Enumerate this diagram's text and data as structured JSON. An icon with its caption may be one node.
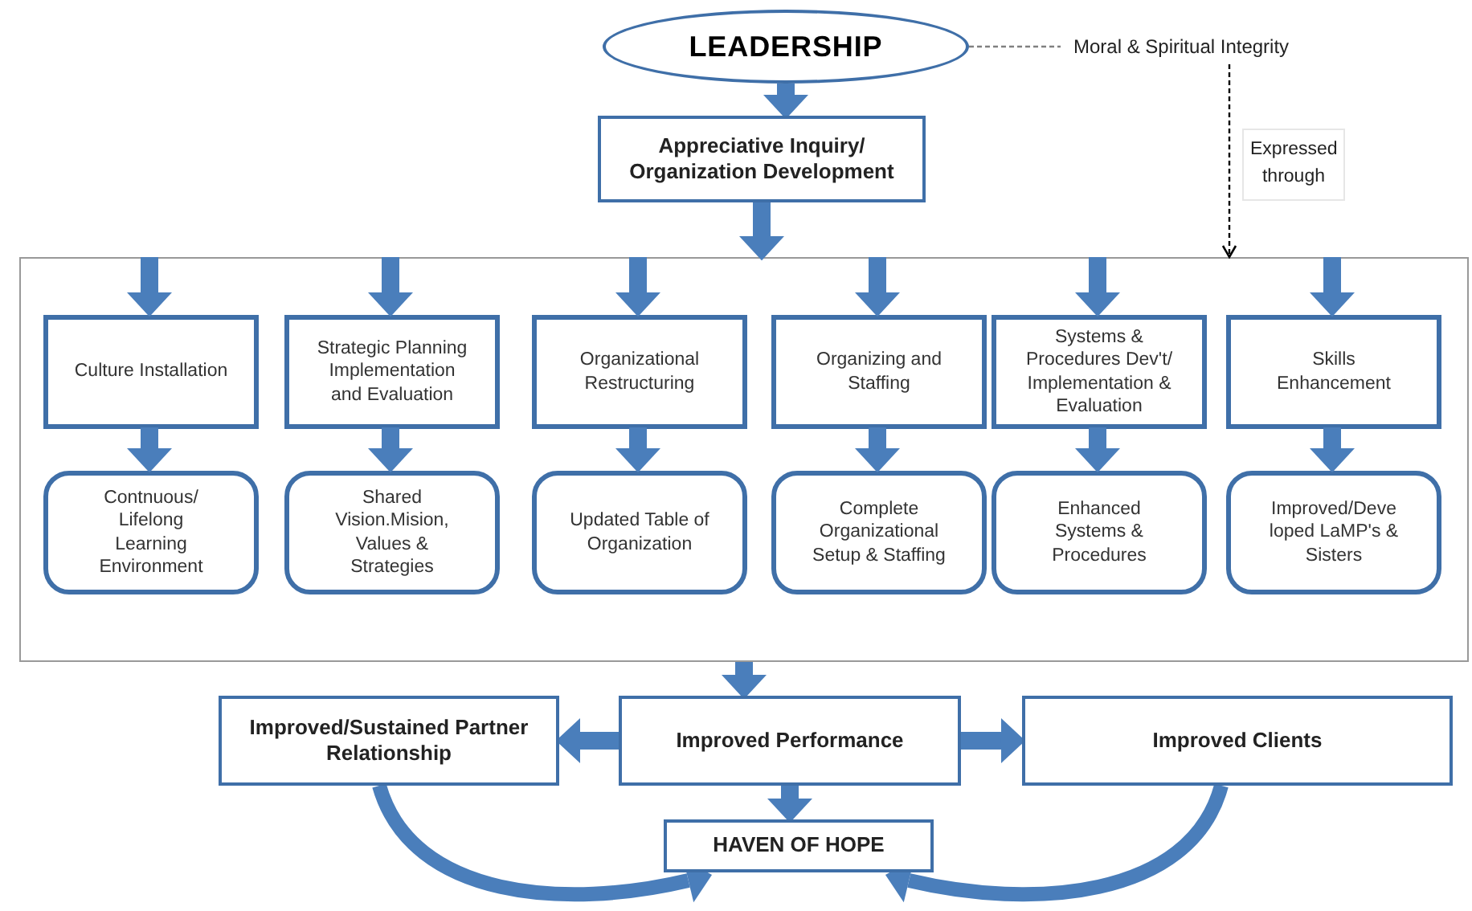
{
  "diagram": {
    "nodes": [
      {
        "text": [
          "LEADERSHIP"
        ]
      },
      {
        "text": [
          "Moral & Spiritual Integrity"
        ]
      },
      {
        "text": [
          "Appreciative Inquiry/ Organization Development"
        ]
      },
      {
        "text": [],
        "shape": "box"
      },
      {
        "text": [
          "Culture Installation"
        ],
        "in": 3
      },
      {
        "text": [
          "Strategic Planning Implementation and Evaluation"
        ],
        "in": 3
      },
      {
        "text": [
          "Organizational Restructuring"
        ],
        "in": 3
      },
      {
        "text": [
          "Organizing and Staffing"
        ],
        "in": 3
      },
      {
        "text": [
          "Systems & Procedures Dev't/ Implementation & Evaluation"
        ],
        "in": 3
      },
      {
        "text": [
          "Skills Enhancement"
        ],
        "in": 3
      },
      {
        "text": [
          "Contnuous/ Lifelong Learning Environment"
        ],
        "in": 3
      },
      {
        "text": [
          "Shared Vision.Mision, Values & Strategies"
        ],
        "in": 3
      },
      {
        "text": [
          "Updated Table of Organization"
        ],
        "in": 3
      },
      {
        "text": [
          "Complete Organizational Setup & Staffing"
        ],
        "in": 3
      },
      {
        "text": [
          "Enhanced Systems & Procedures"
        ],
        "in": 3
      },
      {
        "text": [
          "Improved/Deve loped LaMP's & Sisters"
        ],
        "in": 3
      },
      {
        "text": [
          "Improved/Sustained Partner Relationship"
        ]
      },
      {
        "text": [
          "Improved Performance"
        ]
      },
      {
        "text": [
          "Improved Clients"
        ]
      },
      {
        "text": [
          "HAVEN OF HOPE"
        ]
      }
    ],
    "edges": [
      {
        "from": 0,
        "to": 1,
        "arrow": "none",
        "style": "dashed",
        "color": "#808080"
      },
      {
        "from": 1,
        "to": 3,
        "arrow": "to",
        "style": "dashed",
        "color": "#000000",
        "label": "Expressed through"
      },
      {
        "from": 0,
        "to": 2,
        "arrow": "to"
      },
      {
        "from": 2,
        "to": 3,
        "arrow": "to"
      },
      {
        "from": 3,
        "to": 4,
        "arrow": "to"
      },
      {
        "from": 3,
        "to": 5,
        "arrow": "to"
      },
      {
        "from": 3,
        "to": 6,
        "arrow": "to"
      },
      {
        "from": 3,
        "to": 7,
        "arrow": "to"
      },
      {
        "from": 3,
        "to": 8,
        "arrow": "to"
      },
      {
        "from": 3,
        "to": 9,
        "arrow": "to"
      },
      {
        "from": 4,
        "to": 10,
        "arrow": "to"
      },
      {
        "from": 5,
        "to": 11,
        "arrow": "to"
      },
      {
        "from": 6,
        "to": 12,
        "arrow": "to"
      },
      {
        "from": 7,
        "to": 13,
        "arrow": "to"
      },
      {
        "from": 8,
        "to": 14,
        "arrow": "to"
      },
      {
        "from": 9,
        "to": 15,
        "arrow": "to"
      },
      {
        "from": 3,
        "to": 17,
        "arrow": "to"
      },
      {
        "from": 17,
        "to": 16,
        "arrow": "to"
      },
      {
        "from": 17,
        "to": 18,
        "arrow": "to"
      },
      {
        "from": 17,
        "to": 19,
        "arrow": "to"
      },
      {
        "from": 16,
        "to": 19,
        "arrow": "to"
      },
      {
        "from": 18,
        "to": 19,
        "arrow": "to"
      }
    ]
  }
}
